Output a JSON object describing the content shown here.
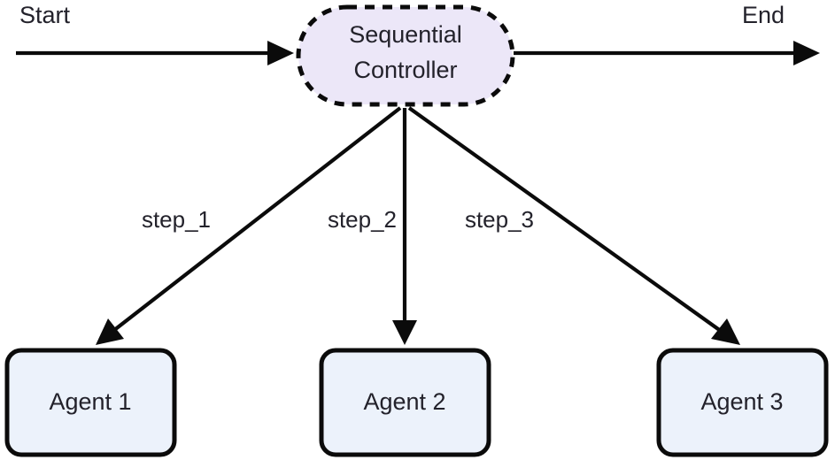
{
  "diagram": {
    "type": "flowchart",
    "direction": "top-down",
    "background_color": "#ffffff",
    "terminals": [
      {
        "id": "start",
        "label": "Start",
        "position": "left"
      },
      {
        "id": "end",
        "label": "End",
        "position": "right"
      }
    ],
    "nodes": [
      {
        "id": "controller",
        "label_line_1": "Sequential",
        "label_line_2": "Controller",
        "shape": "stadium",
        "border_style": "dashed",
        "fill_color": "#ece7f8",
        "stroke_color": "#0b0b0b",
        "text_color": "#23222b"
      },
      {
        "id": "agent1",
        "label": "Agent 1",
        "shape": "rounded-rectangle",
        "border_style": "solid",
        "fill_color": "#ecf2fb",
        "stroke_color": "#0b0b0b",
        "text_color": "#23222b"
      },
      {
        "id": "agent2",
        "label": "Agent 2",
        "shape": "rounded-rectangle",
        "border_style": "solid",
        "fill_color": "#ecf2fb",
        "stroke_color": "#0b0b0b",
        "text_color": "#23222b"
      },
      {
        "id": "agent3",
        "label": "Agent 3",
        "shape": "rounded-rectangle",
        "border_style": "solid",
        "fill_color": "#ecf2fb",
        "stroke_color": "#0b0b0b",
        "text_color": "#23222b"
      }
    ],
    "edges": [
      {
        "id": "edge-start",
        "from": "start",
        "to": "controller",
        "label": "",
        "arrow": "end"
      },
      {
        "id": "edge-end",
        "from": "controller",
        "to": "end",
        "label": "",
        "arrow": "end"
      },
      {
        "id": "edge-step-1",
        "from": "controller",
        "to": "agent1",
        "label": "step_1",
        "arrow": "end"
      },
      {
        "id": "edge-step-2",
        "from": "controller",
        "to": "agent2",
        "label": "step_2",
        "arrow": "end"
      },
      {
        "id": "edge-step-3",
        "from": "controller",
        "to": "agent3",
        "label": "step_3",
        "arrow": "end"
      }
    ]
  }
}
